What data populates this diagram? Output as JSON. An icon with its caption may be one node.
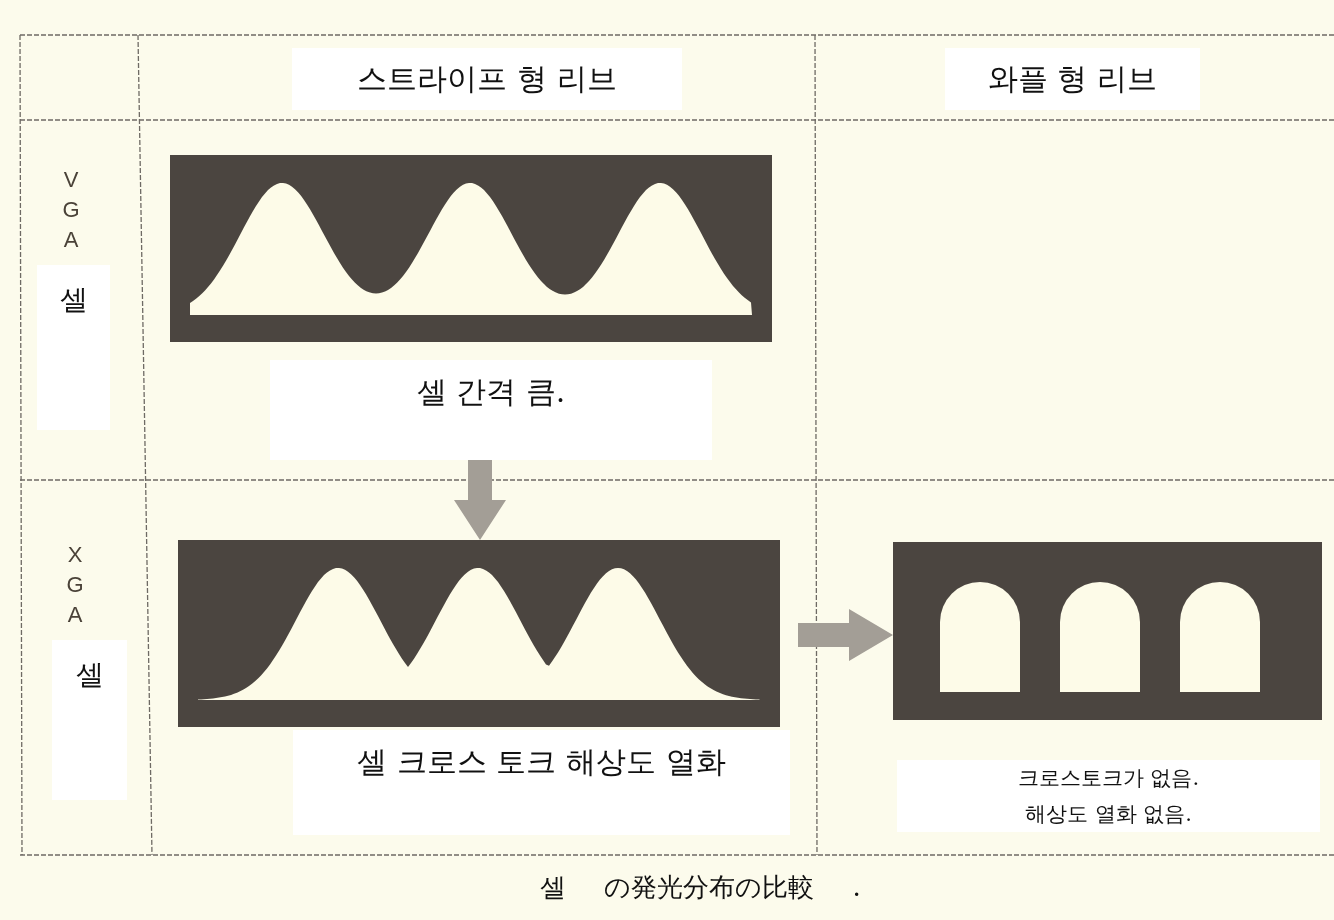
{
  "diagram": {
    "caption": "셀 の発光分布の比較 .",
    "nodes": [
      {
        "text": [],
        "shape": "box",
        "beside": [
          "셀 간격 큼."
        ]
      },
      {
        "text": [],
        "shape": "box",
        "beside": [
          "셀 크로스 토크 해상도 열화"
        ]
      },
      {
        "text": [],
        "shape": "box",
        "beside": [
          "크로스토크가 없음.",
          "해상도 열화 없음."
        ]
      }
    ],
    "edges": [
      {
        "from": 0,
        "to": 1,
        "arrow": "to"
      },
      {
        "from": 1,
        "to": 2,
        "arrow": "to"
      }
    ],
    "labels": [
      "스트라이프 형 리브",
      "와플 형 리브",
      "VGA",
      "셀",
      "XGA",
      "셀"
    ]
  }
}
